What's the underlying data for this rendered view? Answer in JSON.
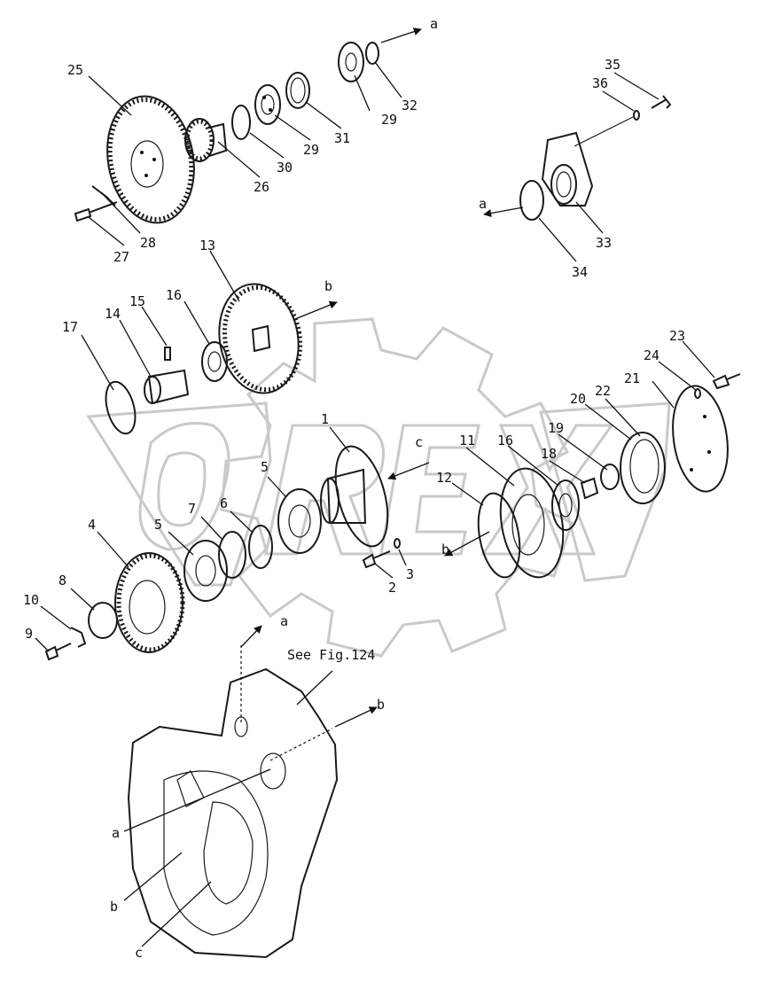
{
  "watermark": "OREX",
  "note": "See Fig.124",
  "callouts": [
    "1",
    "2",
    "3",
    "4",
    "5",
    "5",
    "6",
    "7",
    "8",
    "9",
    "10",
    "11",
    "12",
    "13",
    "14",
    "15",
    "16",
    "16",
    "17",
    "18",
    "19",
    "20",
    "21",
    "22",
    "23",
    "24",
    "25",
    "26",
    "27",
    "28",
    "29",
    "29",
    "30",
    "31",
    "32",
    "33",
    "34",
    "35",
    "36"
  ],
  "arrow_letters": [
    "a",
    "a",
    "b",
    "c",
    "b",
    "a",
    "b",
    "a",
    "b",
    "c"
  ]
}
